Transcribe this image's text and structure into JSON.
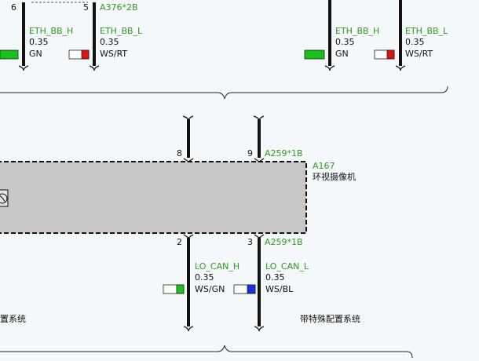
{
  "colors": {
    "signal_green": "#2e9a1f",
    "wire": "#111111",
    "box_fill": "#c8c8c8",
    "swatch_green": "#19c21a",
    "swatch_red": "#e01010",
    "swatch_blue": "#1630e0",
    "swatch_white": "#ffffff"
  },
  "top_left": {
    "pin_left": "6",
    "pin_right": "5",
    "connector": "A376*2B",
    "wire_left": {
      "signal": "ETH_BB_H",
      "size": "0.35",
      "color_code": "GN"
    },
    "wire_right": {
      "signal": "ETH_BB_L",
      "size": "0.35",
      "color_code": "WS/RT"
    }
  },
  "top_right": {
    "wire_left": {
      "signal": "ETH_BB_H",
      "size": "0.35",
      "color_code": "GN"
    },
    "wire_right": {
      "signal": "ETH_BB_L",
      "size": "0.35",
      "color_code": "WS/RT"
    }
  },
  "module": {
    "pin_top_left": "8",
    "pin_top_right": "9",
    "connector_top": "A259*1B",
    "id": "A167",
    "name": "环视摄像机",
    "pin_bottom_left": "2",
    "pin_bottom_right": "3",
    "connector_bottom": "A259*1B"
  },
  "bottom": {
    "wire_left": {
      "signal": "LO_CAN_H",
      "size": "0.35",
      "color_code": "WS/GN"
    },
    "wire_right": {
      "signal": "LO_CAN_L",
      "size": "0.35",
      "color_code": "WS/BL"
    },
    "note_left": "置系统",
    "note_right": "带特殊配置系统"
  }
}
